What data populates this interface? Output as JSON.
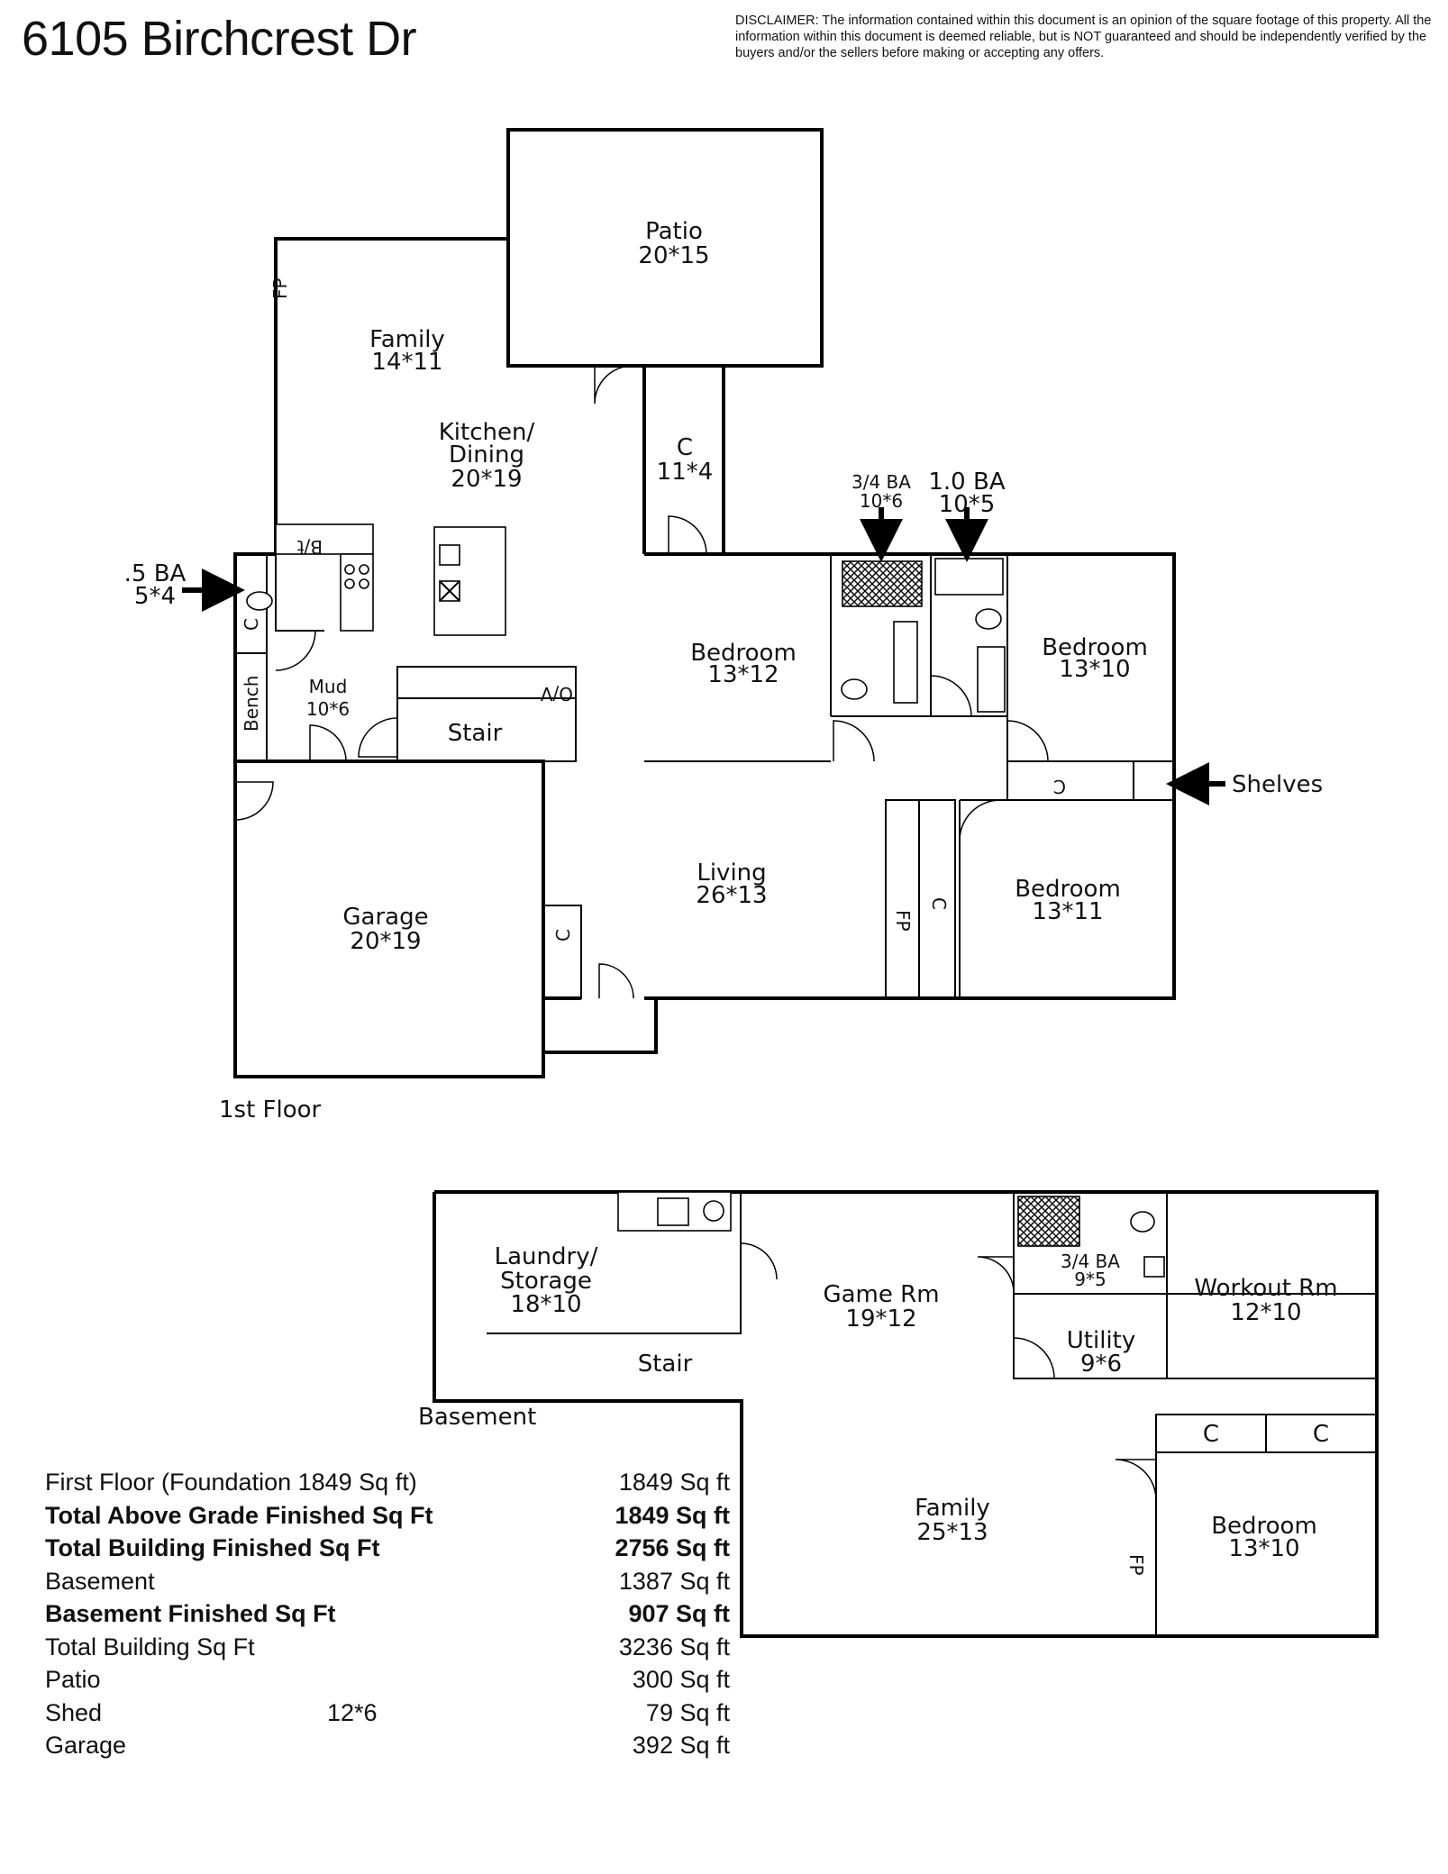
{
  "header": {
    "title": "6105 Birchcrest Dr",
    "disclaimer": "DISCLAIMER: The information contained within this document is an opinion of the square footage of this property. All the information within this document is deemed reliable, but is NOT guaranteed and should be independently verified by the buyers and/or the sellers before making or accepting any offers."
  },
  "first_floor": {
    "label": "1st Floor",
    "rooms": {
      "patio": {
        "name": "Patio",
        "dims": "20*15"
      },
      "family": {
        "name": "Family",
        "dims": "14*11"
      },
      "kitchen": {
        "name": "Kitchen/",
        "name2": "Dining",
        "dims": "20*19"
      },
      "closet_c": {
        "name": "C",
        "dims": "11*4"
      },
      "ba34": {
        "name": "3/4 BA",
        "dims": "10*6"
      },
      "ba10": {
        "name": "1.0 BA",
        "dims": "10*5"
      },
      "half_ba": {
        "name": ".5 BA",
        "dims": "5*4"
      },
      "bedroom1": {
        "name": "Bedroom",
        "dims": "13*12"
      },
      "bedroom2": {
        "name": "Bedroom",
        "dims": "13*10"
      },
      "bedroom3": {
        "name": "Bedroom",
        "dims": "13*11"
      },
      "mud": {
        "name": "Mud",
        "dims": "10*6"
      },
      "stair": {
        "name": "Stair"
      },
      "living": {
        "name": "Living",
        "dims": "26*13"
      },
      "garage": {
        "name": "Garage",
        "dims": "20*19"
      }
    },
    "labels": {
      "fp": "FP",
      "bit": "B/t",
      "c": "C",
      "bench": "Bench",
      "shelves": "Shelves",
      "ov": "O/V"
    }
  },
  "basement": {
    "label": "Basement",
    "rooms": {
      "laundry": {
        "name": "Laundry/",
        "name2": "Storage",
        "dims": "18*10"
      },
      "game": {
        "name": "Game Rm",
        "dims": "19*12"
      },
      "ba34": {
        "name": "3/4 BA",
        "dims": "9*5"
      },
      "workout": {
        "name": "Workout Rm",
        "dims": "12*10"
      },
      "utility": {
        "name": "Utility",
        "dims": "9*6"
      },
      "stair": {
        "name": "Stair"
      },
      "family": {
        "name": "Family",
        "dims": "25*13"
      },
      "bedroom": {
        "name": "Bedroom",
        "dims": "13*10"
      }
    },
    "labels": {
      "fp": "FP",
      "c": "C"
    }
  },
  "summary": [
    {
      "label": "First Floor (Foundation 1849 Sq ft)",
      "value": "1849 Sq ft",
      "bold": false
    },
    {
      "label": "Total Above Grade Finished Sq Ft",
      "value": "1849 Sq ft",
      "bold": true
    },
    {
      "label": "Total Building Finished Sq Ft",
      "value": "2756 Sq ft",
      "bold": true
    },
    {
      "label": "Basement",
      "value": "1387 Sq ft",
      "bold": false
    },
    {
      "label": "Basement Finished Sq Ft",
      "value": "907 Sq ft",
      "bold": true
    },
    {
      "label": "Total Building Sq Ft",
      "value": "3236 Sq ft",
      "bold": false
    },
    {
      "label": "Patio",
      "value": "300 Sq ft",
      "bold": false
    },
    {
      "label": "Shed",
      "extra": "12*6",
      "value": "79 Sq ft",
      "bold": false
    },
    {
      "label": "Garage",
      "value": "392 Sq ft",
      "bold": false
    }
  ]
}
